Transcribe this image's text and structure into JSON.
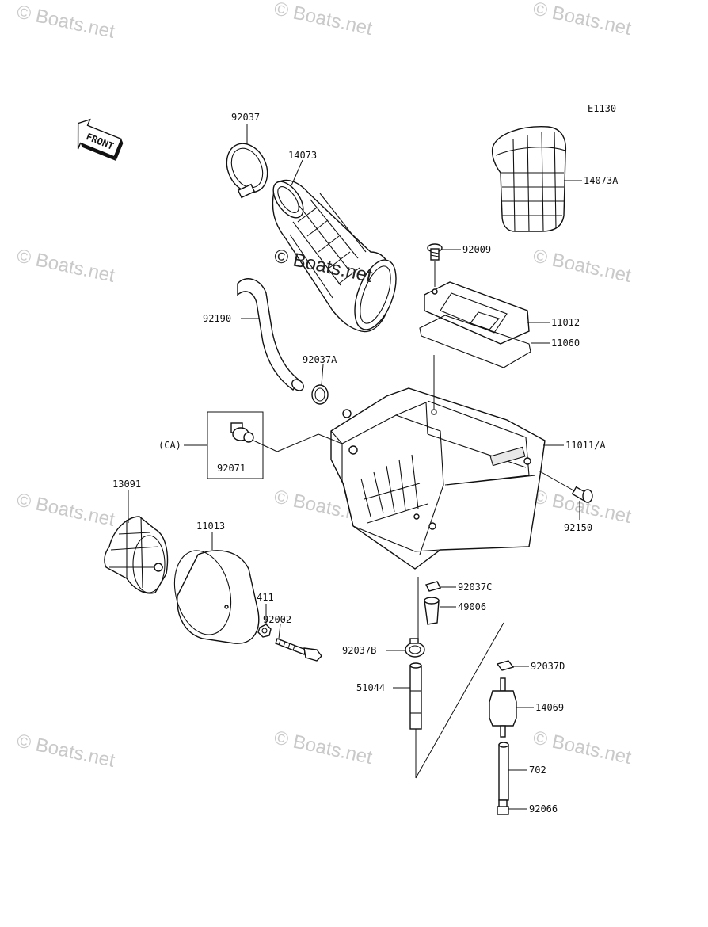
{
  "diagram_code": "E1130",
  "front_label": "FRONT",
  "watermark": "© Boats.net",
  "group_tag": "(CA)",
  "parts": {
    "p92037": "92037",
    "p14073": "14073",
    "p14073A": "14073A",
    "p92009": "92009",
    "p11012": "11012",
    "p11060": "11060",
    "p92190": "92190",
    "p92037A": "92037A",
    "p11011A": "11011/A",
    "p92071": "92071",
    "p92150": "92150",
    "p13091": "13091",
    "p11013": "11013",
    "p411": "411",
    "p92002": "92002",
    "p92037C": "92037C",
    "p49006": "49006",
    "p92037B": "92037B",
    "p92037D": "92037D",
    "p51044": "51044",
    "p14069": "14069",
    "p702": "702",
    "p92066": "92066"
  }
}
